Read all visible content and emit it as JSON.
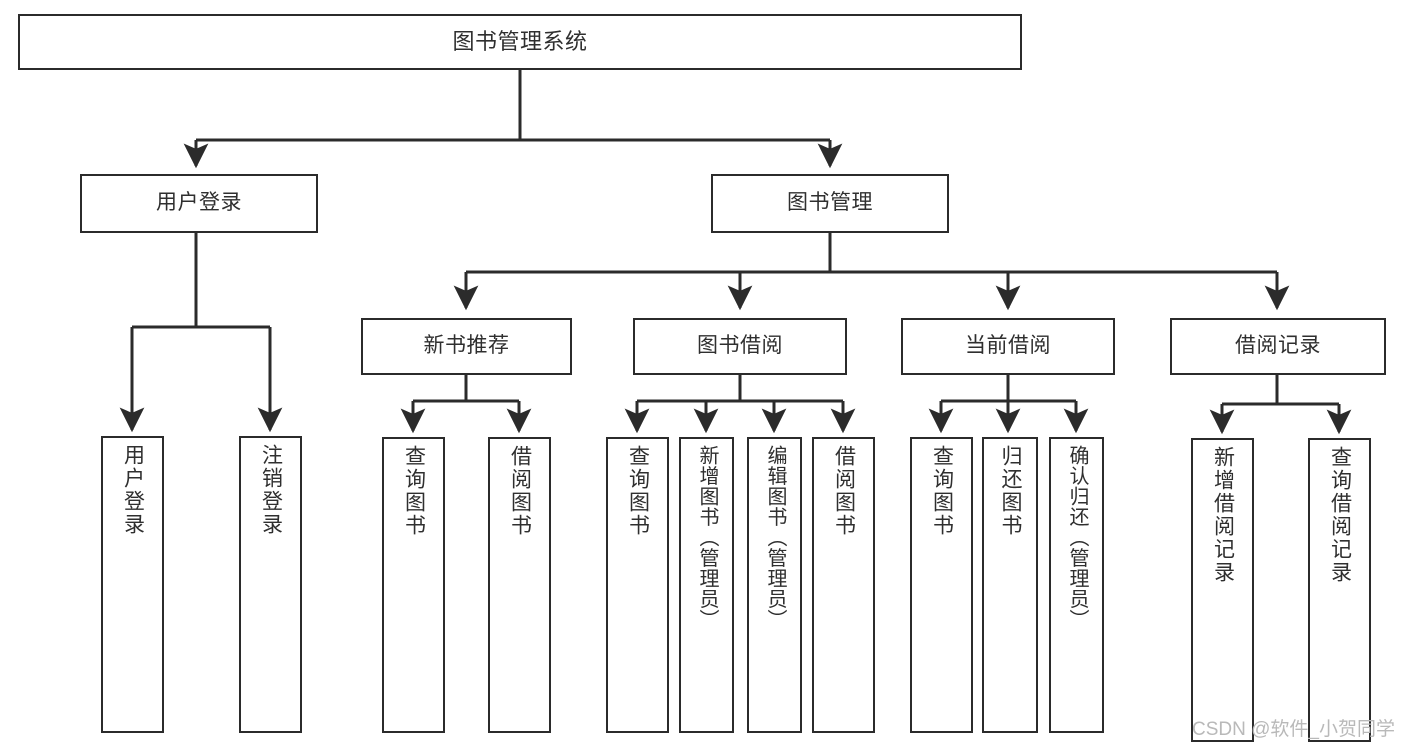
{
  "diagram": {
    "type": "tree",
    "title": "图书管理系统",
    "style": {
      "background": "#ffffff",
      "box_border": "#2b2b2b",
      "box_fill": "#ffffff",
      "text": "#2f2f2f",
      "edge": "#2b2b2b",
      "watermark": "#b9b9b9"
    },
    "watermark": "CSDN @软件_小贺同学",
    "nodes": {
      "root": {
        "label": "图书管理系统"
      },
      "level2": [
        {
          "id": "user-login",
          "label": "用户登录"
        },
        {
          "id": "book-manage",
          "label": "图书管理"
        }
      ],
      "level3": [
        {
          "id": "new-book-rec",
          "label": "新书推荐"
        },
        {
          "id": "book-borrow",
          "label": "图书借阅"
        },
        {
          "id": "current-borrow",
          "label": "当前借阅"
        },
        {
          "id": "borrow-record",
          "label": "借阅记录"
        }
      ],
      "leaves": {
        "user-login": [
          {
            "id": "leaf-user-login",
            "label": "用户登录"
          },
          {
            "id": "leaf-user-logout",
            "label": "注销登录"
          }
        ],
        "new-book-rec": [
          {
            "id": "leaf-query-book-1",
            "label": "查询图书"
          },
          {
            "id": "leaf-borrow-book-1",
            "label": "借阅图书"
          }
        ],
        "book-borrow": [
          {
            "id": "leaf-query-book-2",
            "label": "查询图书"
          },
          {
            "id": "leaf-add-book",
            "label": "新增图书（管理员）"
          },
          {
            "id": "leaf-edit-book",
            "label": "编辑图书（管理员）"
          },
          {
            "id": "leaf-borrow-book-2",
            "label": "借阅图书"
          }
        ],
        "current-borrow": [
          {
            "id": "leaf-query-book-3",
            "label": "查询图书"
          },
          {
            "id": "leaf-return-book",
            "label": "归还图书"
          },
          {
            "id": "leaf-confirm-return",
            "label": "确认归还（管理员）"
          }
        ],
        "borrow-record": [
          {
            "id": "leaf-add-record",
            "label": "新增借阅记录"
          },
          {
            "id": "leaf-query-record",
            "label": "查询借阅记录"
          }
        ]
      }
    }
  }
}
